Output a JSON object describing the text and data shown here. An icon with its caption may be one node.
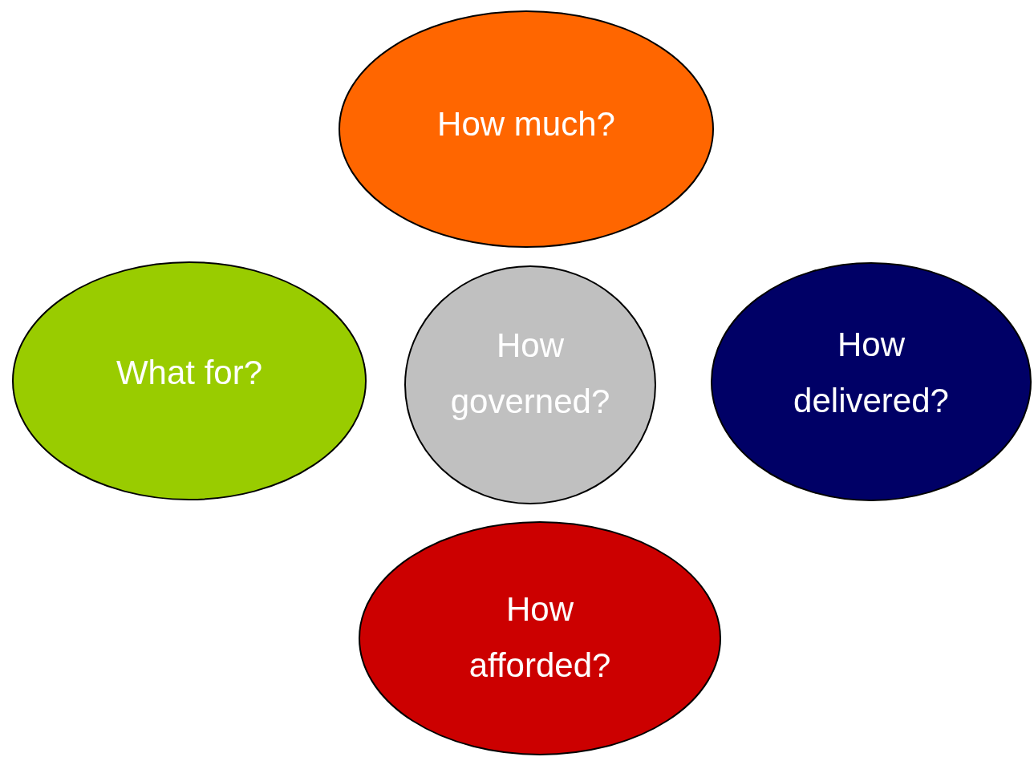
{
  "diagram": {
    "nodes": [
      {
        "text": [
          "How much?"
        ]
      },
      {
        "text": [
          "What for?"
        ]
      },
      {
        "text": [
          "How governed?"
        ]
      },
      {
        "text": [
          "How delivered?"
        ]
      },
      {
        "text": [
          "How afforded?"
        ]
      }
    ]
  }
}
